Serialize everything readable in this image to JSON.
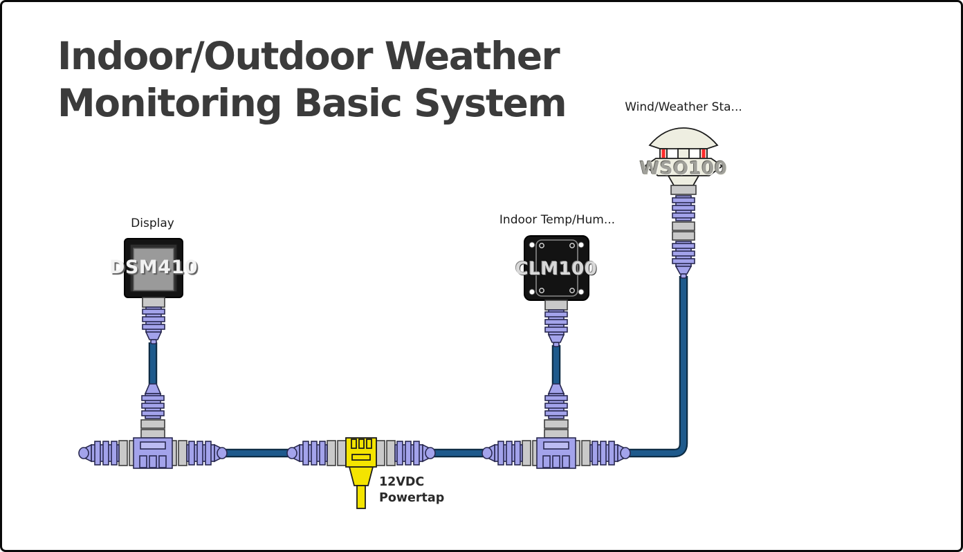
{
  "title": {
    "line1": "Indoor/Outdoor Weather",
    "line2": "Monitoring Basic System"
  },
  "components": {
    "wind_station": {
      "caption": "Wind/Weather Sta...",
      "model": "WSO100"
    },
    "display": {
      "caption": "Display",
      "model": "DSM410"
    },
    "indoor_temp_hum": {
      "caption": "Indoor Temp/Hum...",
      "model": "CLM100"
    },
    "powertap": {
      "caption_line1": "12VDC",
      "caption_line2": "Powertap"
    }
  },
  "colors": {
    "cable_blue": "#1e5a8c",
    "cable_outline": "#0d2c44",
    "connector_purple": "#a3a3eb",
    "connector_gray": "#c9c9c9",
    "powertap_yellow": "#f4e400",
    "device_black": "#131313",
    "sensor_cream": "#eeeee1",
    "indicator_red": "#ff2b2b",
    "title_gray": "#3b3b3b"
  }
}
